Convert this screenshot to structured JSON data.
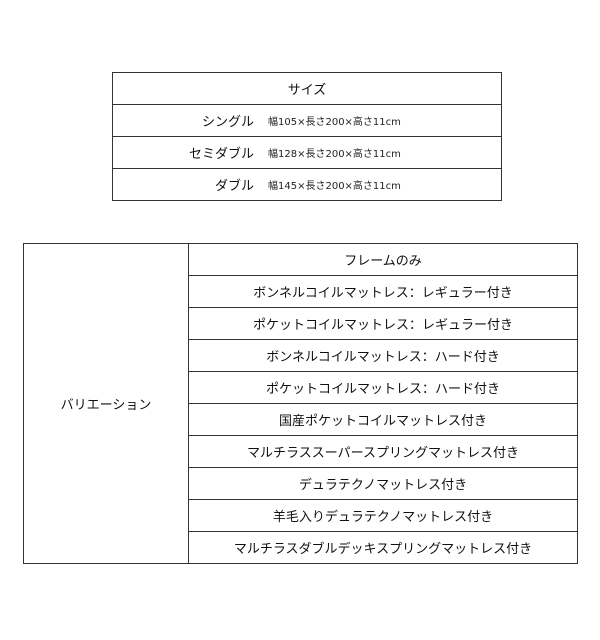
{
  "size_table": {
    "header": "サイズ",
    "rows": [
      {
        "name": "シングル",
        "dimensions": "幅105×長さ200×高さ11cm"
      },
      {
        "name": "セミダブル",
        "dimensions": "幅128×長さ200×高さ11cm"
      },
      {
        "name": "ダブル",
        "dimensions": "幅145×長さ200×高さ11cm"
      }
    ]
  },
  "variation_table": {
    "label": "バリエーション",
    "items": [
      "フレームのみ",
      "ボンネルコイルマットレス：レギュラー付き",
      "ポケットコイルマットレス：レギュラー付き",
      "ボンネルコイルマットレス：ハード付き",
      "ポケットコイルマットレス：ハード付き",
      "国産ポケットコイルマットレス付き",
      "マルチラススーパースプリングマットレス付き",
      "デュラテクノマットレス付き",
      "羊毛入りデュラテクノマットレス付き",
      "マルチラスダブルデッキスプリングマットレス付き"
    ]
  }
}
